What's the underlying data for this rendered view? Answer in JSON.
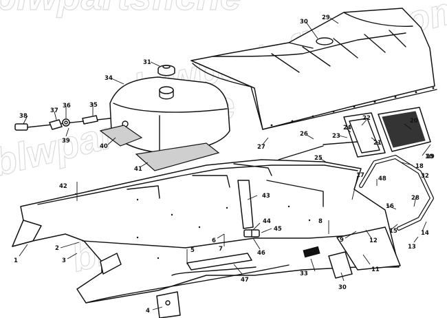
{
  "watermark": {
    "line1": "blwpartsfiche",
    "line2": "blwpartsfiche.com",
    "line3": "blwpartsfiche",
    "line4": "blwpartsfiche"
  },
  "callouts": [
    {
      "id": "c1",
      "label": "1"
    },
    {
      "id": "c2",
      "label": "2"
    },
    {
      "id": "c3",
      "label": "3"
    },
    {
      "id": "c4",
      "label": "4"
    },
    {
      "id": "c5",
      "label": "5"
    },
    {
      "id": "c6",
      "label": "6"
    },
    {
      "id": "c7",
      "label": "7"
    },
    {
      "id": "c8",
      "label": "8"
    },
    {
      "id": "c9",
      "label": "9"
    },
    {
      "id": "c10",
      "label": "10"
    },
    {
      "id": "c11",
      "label": "11"
    },
    {
      "id": "c12",
      "label": "12"
    },
    {
      "id": "c13",
      "label": "13"
    },
    {
      "id": "c14",
      "label": "14"
    },
    {
      "id": "c15",
      "label": "15"
    },
    {
      "id": "c16",
      "label": "16"
    },
    {
      "id": "c17",
      "label": "17"
    },
    {
      "id": "c18",
      "label": "18"
    },
    {
      "id": "c19",
      "label": "19"
    },
    {
      "id": "c20",
      "label": "20"
    },
    {
      "id": "c21",
      "label": "21"
    },
    {
      "id": "c22",
      "label": "22"
    },
    {
      "id": "c23",
      "label": "23"
    },
    {
      "id": "c24",
      "label": "24"
    },
    {
      "id": "c25",
      "label": "25"
    },
    {
      "id": "c26",
      "label": "26"
    },
    {
      "id": "c27",
      "label": "27"
    },
    {
      "id": "c28",
      "label": "28"
    },
    {
      "id": "c29",
      "label": "29"
    },
    {
      "id": "c30a",
      "label": "30"
    },
    {
      "id": "c30b",
      "label": "30"
    },
    {
      "id": "c31",
      "label": "31"
    },
    {
      "id": "c32",
      "label": "32"
    },
    {
      "id": "c33",
      "label": "33"
    },
    {
      "id": "c34",
      "label": "34"
    },
    {
      "id": "c35",
      "label": "35"
    },
    {
      "id": "c36",
      "label": "36"
    },
    {
      "id": "c37",
      "label": "37"
    },
    {
      "id": "c38",
      "label": "38"
    },
    {
      "id": "c39",
      "label": "39"
    },
    {
      "id": "c40",
      "label": "40"
    },
    {
      "id": "c41",
      "label": "41"
    },
    {
      "id": "c42",
      "label": "42"
    },
    {
      "id": "c43",
      "label": "43"
    },
    {
      "id": "c44",
      "label": "44"
    },
    {
      "id": "c45",
      "label": "45"
    },
    {
      "id": "c46",
      "label": "46"
    },
    {
      "id": "c47",
      "label": "47"
    },
    {
      "id": "c48",
      "label": "48"
    }
  ]
}
